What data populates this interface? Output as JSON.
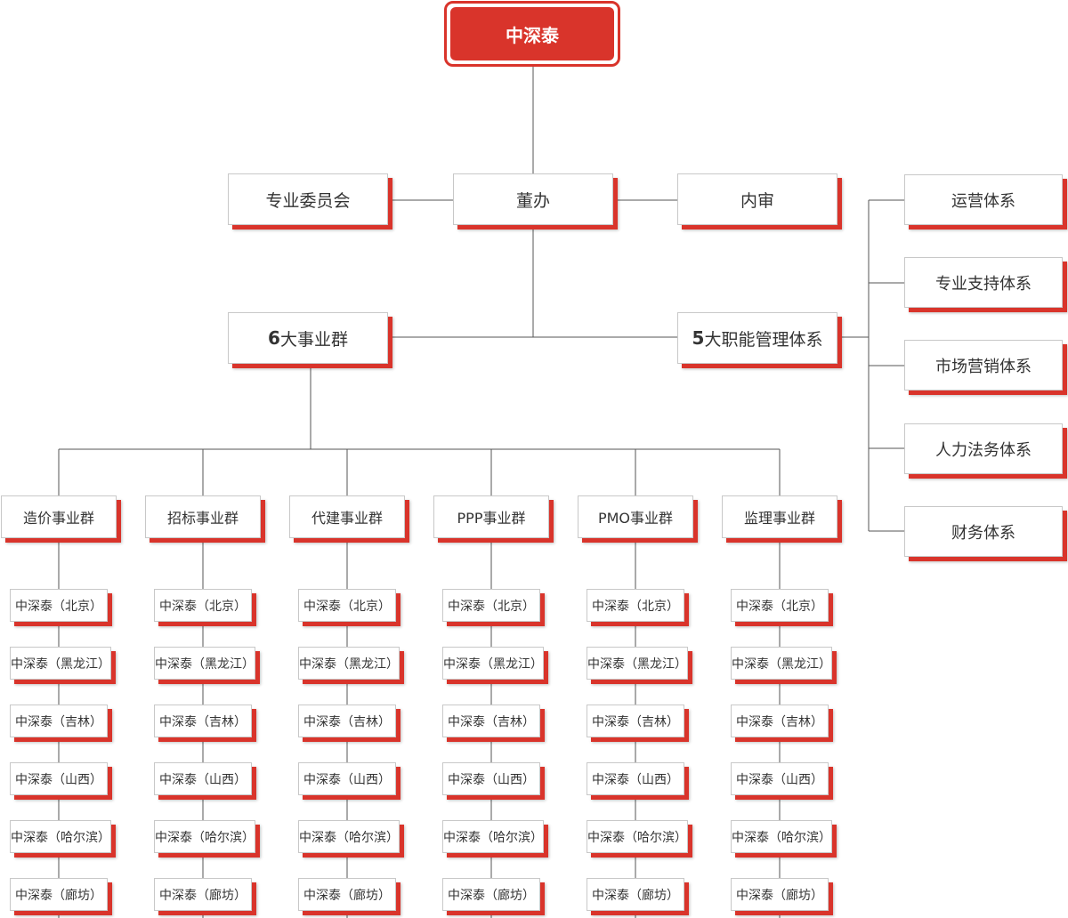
{
  "root": "中深泰",
  "top_nodes": {
    "committee": "专业委员会",
    "board_office": "董办",
    "internal_audit": "内审"
  },
  "six_groups": {
    "num": "6",
    "text": "大事业群"
  },
  "five_systems": {
    "num": "5",
    "text": "大职能管理体系"
  },
  "systems": [
    "运营体系",
    "专业支持体系",
    "市场营销体系",
    "人力法务体系",
    "财务体系"
  ],
  "groups": [
    "造价事业群",
    "招标事业群",
    "代建事业群",
    "PPP事业群",
    "PMO事业群",
    "监理事业群"
  ],
  "branches": [
    "中深泰（北京）",
    "中深泰（黑龙江）",
    "中深泰（吉林）",
    "中深泰（山西）",
    "中深泰（哈尔滨）",
    "中深泰（廊坊）"
  ],
  "colors": {
    "accent": "#d9342b",
    "line": "#555555",
    "border": "#c8c8c8"
  }
}
